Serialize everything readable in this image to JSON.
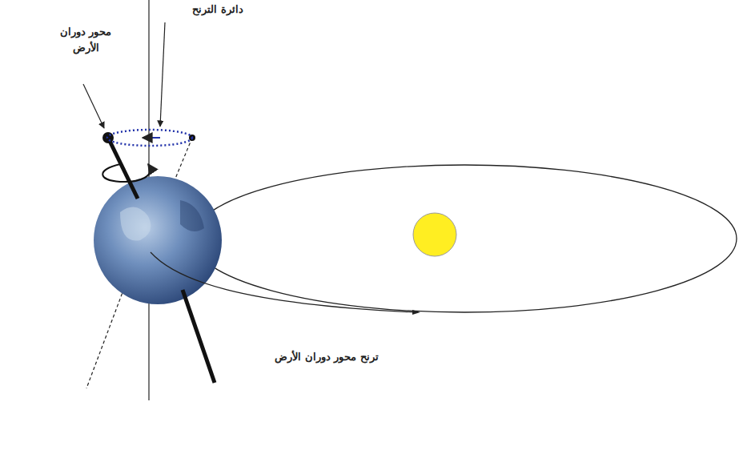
{
  "diagram": {
    "labels": [
      "دائرة الترنح",
      "محور دوران الأرض",
      "ترنح محور دوران الأرض"
    ]
  }
}
